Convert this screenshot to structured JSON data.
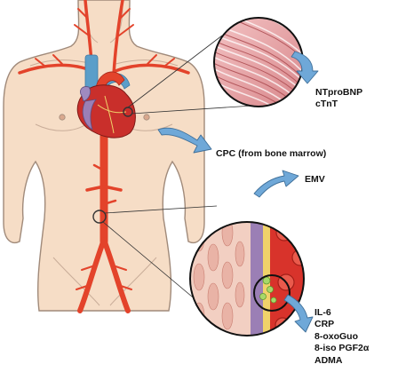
{
  "labels": {
    "heart_markers": [
      "NTproBNP",
      "cTnT"
    ],
    "cpc": "CPC (from bone marrow)",
    "emv": "EMV",
    "vessel_markers": [
      "IL-6",
      "CRP",
      "8-oxoGuo",
      "8-iso PGF2α",
      "ADMA"
    ]
  },
  "colors": {
    "skin": "#f6ddc6",
    "skin_outline": "#a08a7a",
    "artery": "#e3432b",
    "vein": "#5b9ec9",
    "heart": "#c92f2b",
    "arrow": "#6fa8d8",
    "muscle": "#e7a1a4"
  }
}
